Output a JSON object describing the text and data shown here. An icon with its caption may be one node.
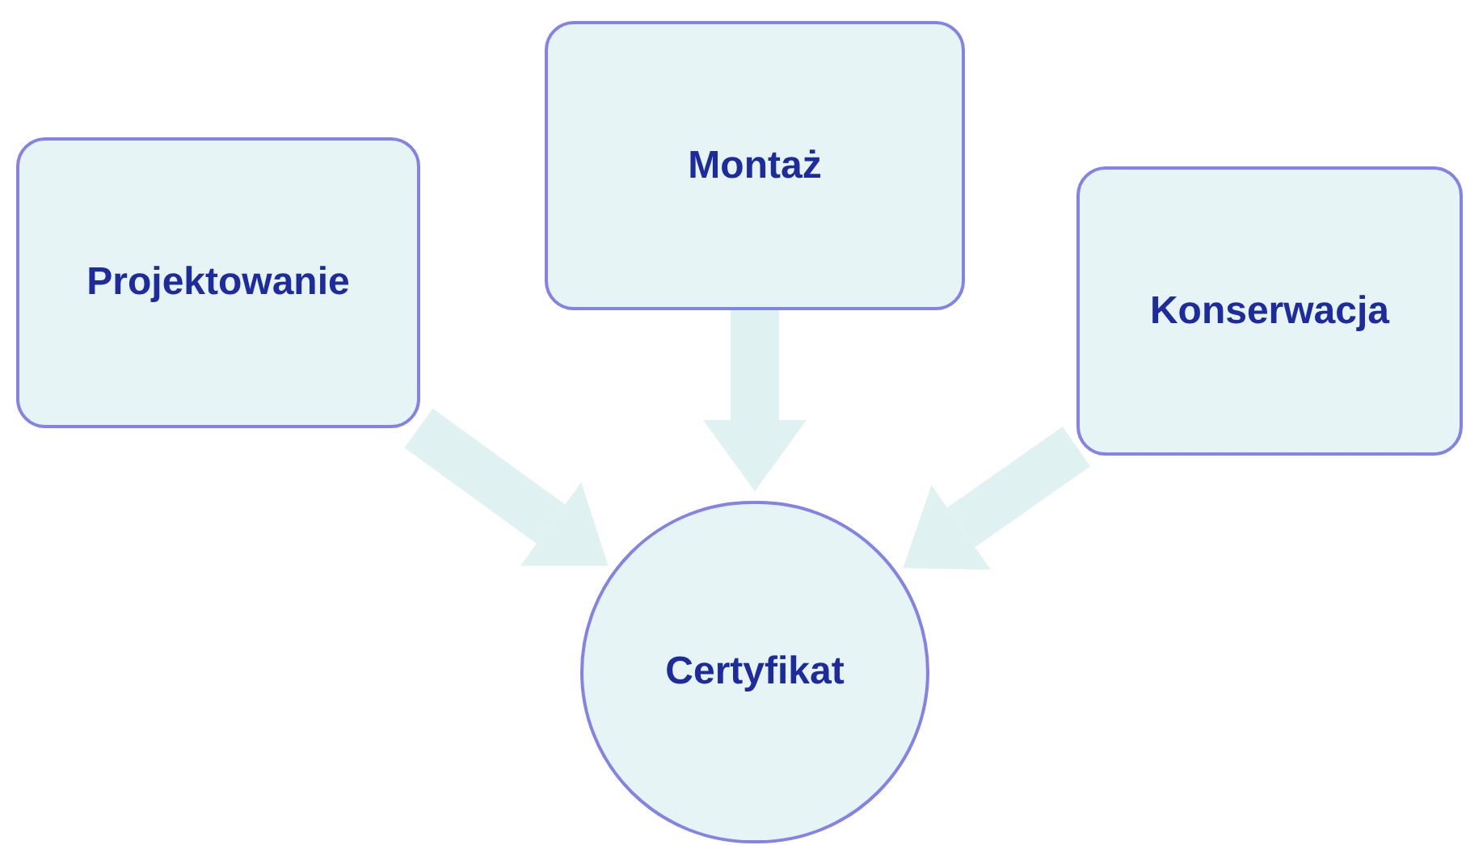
{
  "diagram": {
    "nodes": [
      {
        "text": [
          "Projektowanie"
        ]
      },
      {
        "text": [
          "Montaż"
        ]
      },
      {
        "text": [
          "Konserwacja"
        ]
      },
      {
        "text": [
          "Certyfikat"
        ]
      }
    ],
    "edges": [
      {
        "from": 0,
        "to": 3,
        "arrow": "to"
      },
      {
        "from": 1,
        "to": 3,
        "arrow": "to"
      },
      {
        "from": 2,
        "to": 3,
        "arrow": "to"
      }
    ]
  }
}
